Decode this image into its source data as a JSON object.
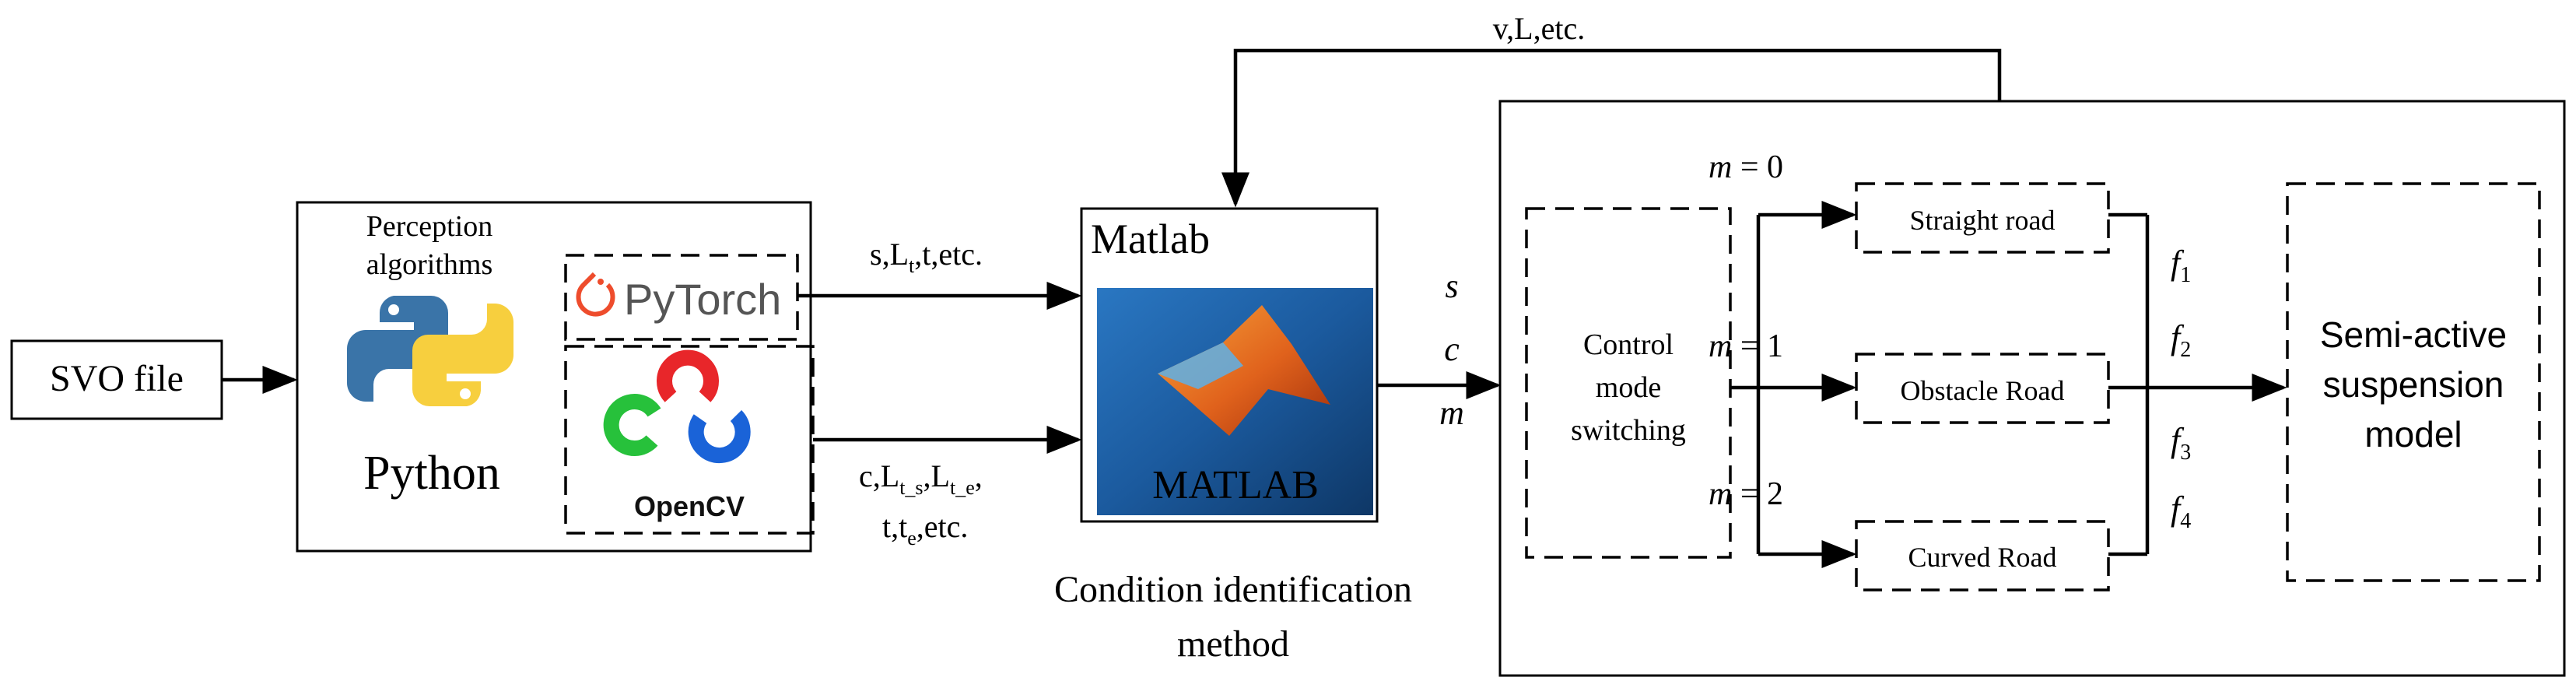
{
  "svo_file": "SVO file",
  "perception": {
    "title_line1": "Perception",
    "title_line2": "algorithms",
    "python_label": "Python",
    "pytorch_label": "PyTorch",
    "opencv_label": "OpenCV"
  },
  "arrows": {
    "top_feedback": "v,L,etc.",
    "pytorch_to_matlab": {
      "a": "s,L",
      "sub": "t",
      "b": ",t,etc."
    },
    "opencv_to_matlab_line1": {
      "a": "c,L",
      "sub1": "t_s",
      "b": ",L",
      "sub2": "t_e",
      "c": ","
    },
    "opencv_to_matlab_line2": {
      "a": "t,t",
      "sub": "e",
      "b": ",etc."
    },
    "outputs": [
      "s",
      "c",
      "m"
    ]
  },
  "matlab": {
    "title": "Matlab",
    "logo_text": "MATLAB",
    "caption_line1": "Condition identification",
    "caption_line2": "method"
  },
  "control": {
    "line1": "Control",
    "line2": "mode",
    "line3": "switching"
  },
  "modes": [
    {
      "var": "m",
      "eq": "= 0",
      "road": "Straight road"
    },
    {
      "var": "m",
      "eq": "= 1",
      "road": "Obstacle Road"
    },
    {
      "var": "m",
      "eq": "= 2",
      "road": "Curved Road"
    }
  ],
  "forces": [
    {
      "f": "f",
      "sub": "1"
    },
    {
      "f": "f",
      "sub": "2"
    },
    {
      "f": "f",
      "sub": "3"
    },
    {
      "f": "f",
      "sub": "4"
    }
  ],
  "suspension": {
    "line1": "Semi-active",
    "line2": "suspension",
    "line3": "model"
  },
  "colors": {
    "matlab_bg": "#1b5a9e",
    "matlab_peak": "#e0621c",
    "pytorch": "#ee4c2c",
    "python_blue": "#3a74a8",
    "python_yellow": "#f7cf3e",
    "opencv_red": "#e8262a",
    "opencv_green": "#27c13b",
    "opencv_blue": "#1a63d8"
  }
}
